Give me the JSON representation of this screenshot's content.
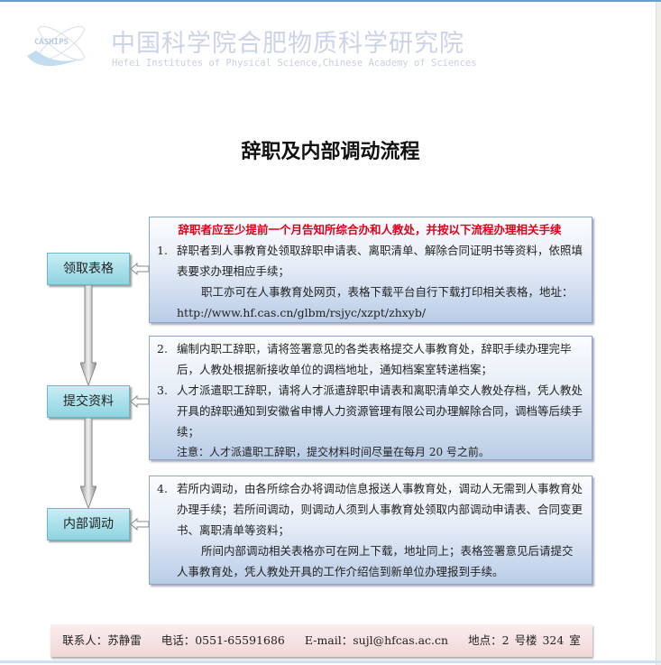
{
  "header": {
    "logo_text": "CASHIPS",
    "org_cn": "中国科学院合肥物质科学研究院",
    "org_en": "Hefei Institutes of Physical Science,Chinese Academy of Sciences"
  },
  "title": "辞职及内部调动流程",
  "steps": [
    {
      "label": "领取表格",
      "notice": "辞职者应至少提前一个月告知所综合办和人教处，并按以下流程办理相关手续",
      "items": [
        {
          "num": "1.",
          "text": "辞职者到人事教育处领取辞职申请表、离职清单、解除合同证明书等资料，依照填表要求办理相应手续；"
        }
      ],
      "extra": "职工亦可在人事教育处网页，表格下载平台自行下载打印相关表格，地址：",
      "url": "http://www.hf.cas.cn/glbm/rsjyc/xzpt/zhxyb/"
    },
    {
      "label": "提交资料",
      "items": [
        {
          "num": "2.",
          "text": "编制内职工辞职，请将签署意见的各类表格提交人事教育处，辞职手续办理完毕后，人教处根据新接收单位的调档地址，通知档案室转递档案；"
        },
        {
          "num": "3.",
          "text": "人才派遣职工辞职，请将人才派遣辞职申请表和离职清单交人教处存档，凭人教处开具的辞职通知到安徽省申博人力资源管理有限公司办理解除合同，调档等后续手续；"
        }
      ],
      "note": "注意：人才派遣职工辞职，提交材料时间尽量在每月 20 号之前。"
    },
    {
      "label": "内部调动",
      "items": [
        {
          "num": "4.",
          "text": "若所内调动，由各所综合办将调动信息报送人事教育处，调动人无需到人事教育处办理手续；若所间调动，则调动人须到人事教育处领取内部调动申请表、合同变更书、离职清单等资料；"
        }
      ],
      "extra": "所间内部调动相关表格亦可在网上下载，地址同上；表格签署意见后请提交人事教育处，凭人教处开具的工作介绍信到新单位办理报到手续。"
    }
  ],
  "footer": {
    "contact": "联系人：苏静雷",
    "phone": "电话：0551-65591686",
    "email": "E-mail：sujl@hfcas.ac.cn",
    "location": "地点：2 号楼 324 室"
  }
}
